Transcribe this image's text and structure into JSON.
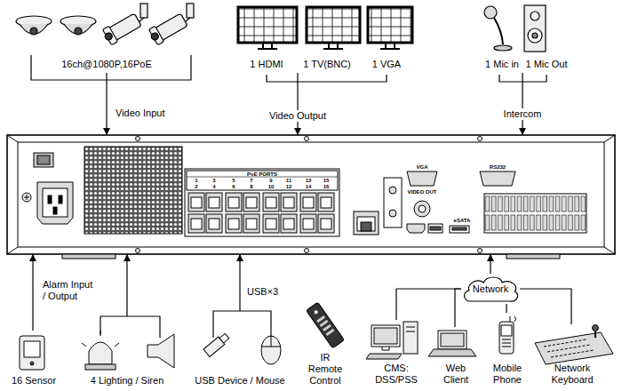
{
  "diagram": {
    "nodes": [
      {
        "text": [
          "16ch@1080P,16PoE"
        ]
      },
      {
        "text": [
          "1 HDMI",
          "1 TV(BNC)",
          "1 VGA"
        ]
      },
      {
        "text": [
          "1 Mic in",
          "1 Mic Out"
        ]
      },
      {
        "text": [
          "PoE PORTS",
          "VGA",
          "RS232",
          "VIDEO OUT",
          "eSATA"
        ]
      },
      {
        "text": [
          "Network"
        ]
      },
      {
        "text": [
          "16 Sensor"
        ]
      },
      {
        "text": [
          "4 Lighting / Siren"
        ]
      },
      {
        "text": [
          "USB Device / Mouse"
        ]
      },
      {
        "text": [
          "IR Remote Control"
        ]
      },
      {
        "text": [
          "CMS: DSS/PSS"
        ]
      },
      {
        "text": [
          "Web Client"
        ]
      },
      {
        "text": [
          "Mobile Phone"
        ]
      },
      {
        "text": [
          "Network Keyboard"
        ]
      }
    ],
    "edges": [
      {
        "from": 0,
        "to": 3,
        "arrow": "to",
        "label": "Video Input"
      },
      {
        "from": 1,
        "to": 3,
        "arrow": "to",
        "label": "Video Output"
      },
      {
        "from": 2,
        "to": 3,
        "arrow": "to",
        "label": "Intercom"
      },
      {
        "from": 5,
        "to": 3,
        "arrow": "to",
        "label": "Alarm Input / Output"
      },
      {
        "from": 6,
        "to": 3,
        "arrow": "to"
      },
      {
        "from": 7,
        "to": 3,
        "arrow": "to",
        "label": "USB×3"
      },
      {
        "from": 4,
        "to": 3,
        "arrow": "to"
      },
      {
        "from": 9,
        "to": 4,
        "arrow": "none"
      },
      {
        "from": 10,
        "to": 4,
        "arrow": "none"
      },
      {
        "from": 11,
        "to": 4,
        "arrow": "none"
      },
      {
        "from": 12,
        "to": 4,
        "arrow": "none"
      }
    ],
    "labels": [
      "1",
      "3",
      "5",
      "7",
      "9",
      "11",
      "13",
      "15",
      "2",
      "4",
      "6",
      "8",
      "10",
      "12",
      "14",
      "16"
    ]
  }
}
